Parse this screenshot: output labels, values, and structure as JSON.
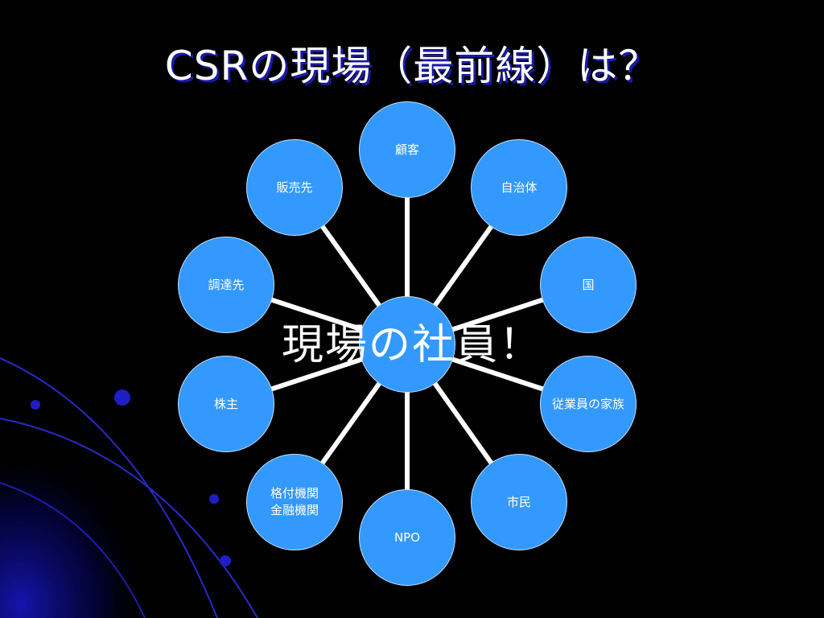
{
  "title": "CSRの現場（最前線）は？",
  "center": {
    "label": "現場の社員！"
  },
  "stakeholders": [
    {
      "id": "kokyaku",
      "label": "顧客"
    },
    {
      "id": "jichitai",
      "label": "自治体"
    },
    {
      "id": "kuni",
      "label": "国"
    },
    {
      "id": "jugyoin-kazoku",
      "label": "従業員の家族"
    },
    {
      "id": "shimin",
      "label": "市民"
    },
    {
      "id": "npo",
      "label": "NPO"
    },
    {
      "id": "kakuzuke-kinyu",
      "label": "格付機関\n金融機関"
    },
    {
      "id": "kabunushi",
      "label": "株主"
    },
    {
      "id": "chotatsusaki",
      "label": "調達先"
    },
    {
      "id": "hanbaisaki",
      "label": "販売先"
    }
  ],
  "colors": {
    "node_fill": "#3399ff",
    "background": "#000000",
    "text": "#ffffff",
    "connector": "#ffffff",
    "title_shadow": "#1a1aa6",
    "decoration": "#0000aa"
  }
}
